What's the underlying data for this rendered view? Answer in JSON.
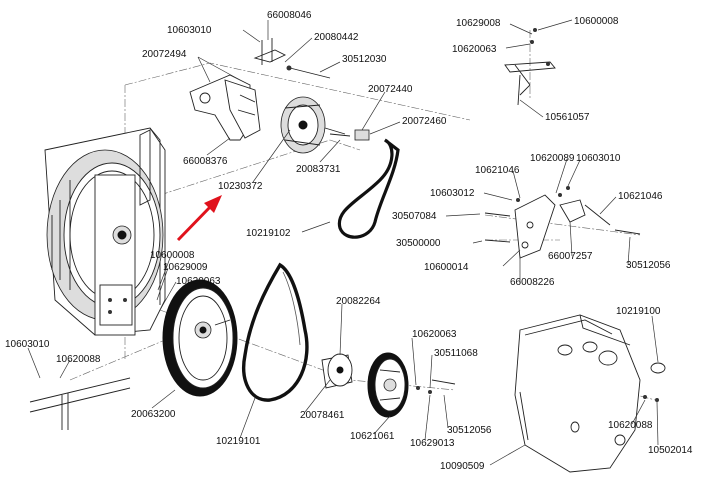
{
  "labels": {
    "p10603010_top": "10603010",
    "p66008046": "66008046",
    "p20080442": "20080442",
    "p20072494": "20072494",
    "p30512030": "30512030",
    "p20072440": "20072440",
    "p20072460": "20072460",
    "p66008376": "66008376",
    "p20083731": "20083731",
    "p10230372": "10230372",
    "p10219102": "10219102",
    "p10629008": "10629008",
    "p10600008_top": "10600008",
    "p10620063_top": "10620063",
    "p10561057": "10561057",
    "p10620089": "10620089",
    "p10603010_right": "10603010",
    "p10621046_a": "10621046",
    "p10603012": "10603012",
    "p10621046_b": "10621046",
    "p30507084": "30507084",
    "p30500000": "30500000",
    "p66007257": "66007257",
    "p10600014": "10600014",
    "p30512056_right": "30512056",
    "p66008226": "66008226",
    "p10600008_mid": "10600008",
    "p10629009": "10629009",
    "p10620063_mid": "10620063",
    "p20082264": "20082264",
    "p10219100": "10219100",
    "p10603010_left": "10603010",
    "p10620088_left": "10620088",
    "p10620063_low": "10620063",
    "p30511068": "30511068",
    "p20063200": "20063200",
    "p10219101": "10219101",
    "p20078461": "20078461",
    "p10621061": "10621061",
    "p10629013": "10629013",
    "p30512056_low": "30512056",
    "p10620088_right": "10620088",
    "p10502014": "10502014",
    "p10090509": "10090509"
  },
  "colors": {
    "arrow": "#e0121c",
    "line": "#222222",
    "belt": "#111111"
  }
}
